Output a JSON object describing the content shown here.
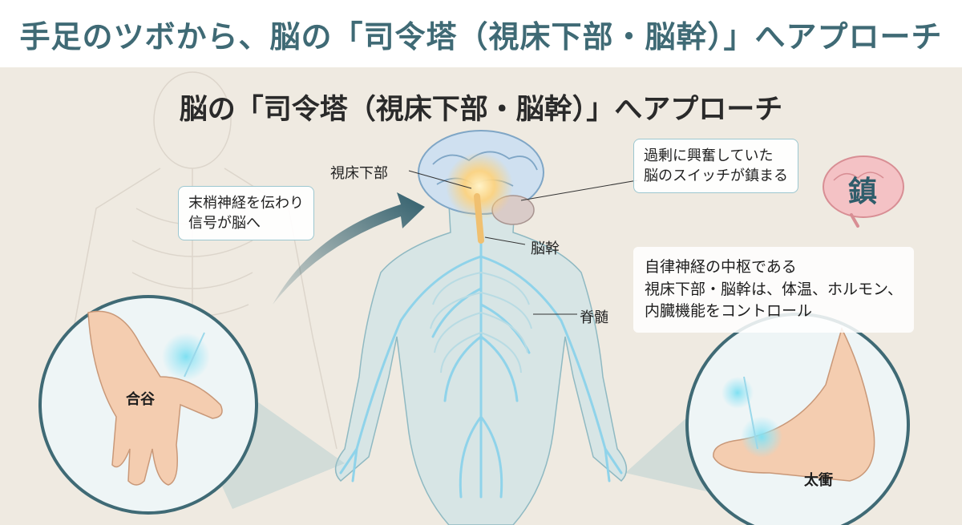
{
  "header": {
    "title": "手足のツボから、脳の「司令塔（視床下部・脳幹）」へアプローチ"
  },
  "diagram": {
    "subtitle": "脳の「司令塔（視床下部・脳幹）」へアプローチ",
    "labels": {
      "hypothalamus": "視床下部",
      "brainstem": "脳幹",
      "spinal_cord": "脊髄",
      "hand_point": "合谷",
      "foot_point": "太衝"
    },
    "callout_signal": {
      "line1": "末梢神経を伝わり",
      "line2": "信号が脳へ"
    },
    "callout_switch": {
      "line1": "過剰に興奮していた",
      "line2": "脳のスイッチが鎮まる"
    },
    "calm_glyph": "鎮",
    "info_box": {
      "line1": "自律神経の中枢である",
      "line2": "視床下部・脳幹は、体温、ホルモン、",
      "line3": "内臓機能をコントロール"
    },
    "colors": {
      "accent": "#3f6a75",
      "nerve": "#9fd6ea",
      "glow": "#ffd27a",
      "skin": "#f4cdb0"
    }
  }
}
